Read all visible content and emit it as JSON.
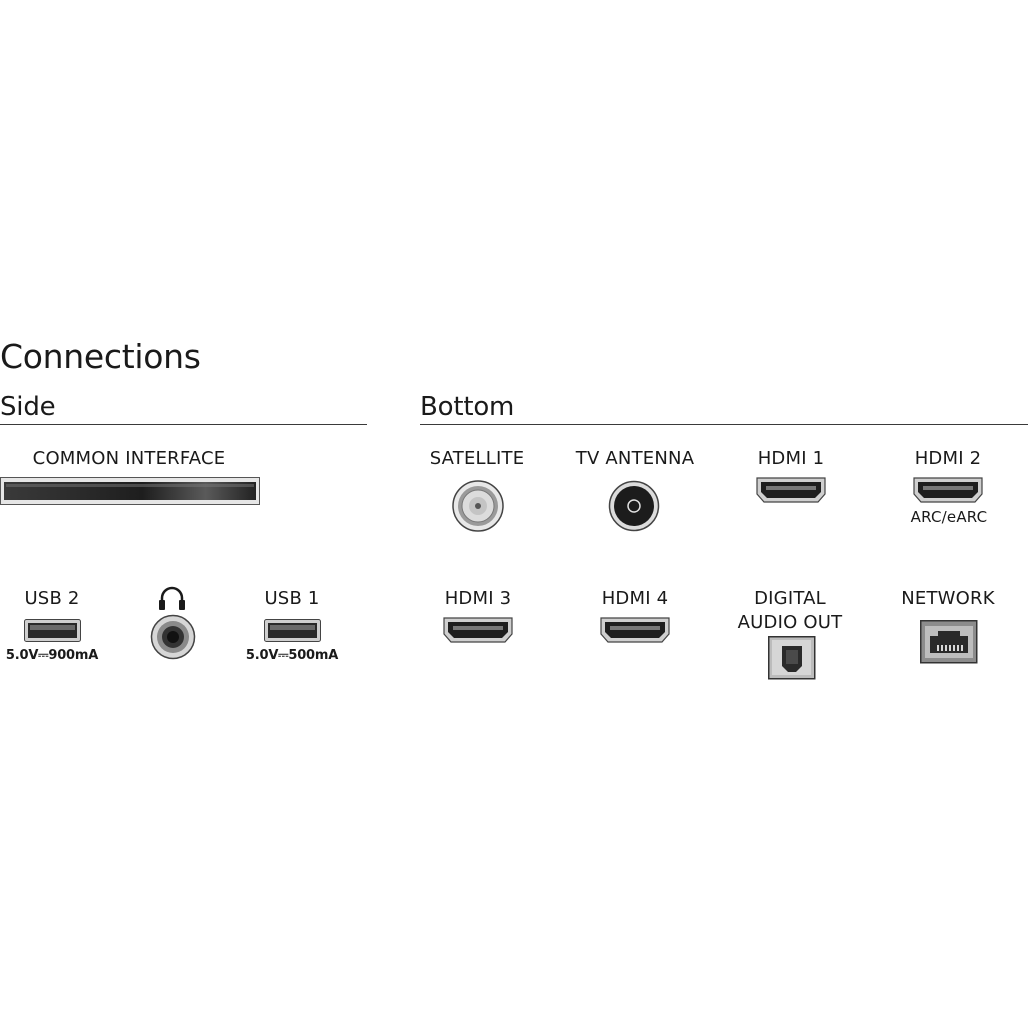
{
  "title": "Connections",
  "sections": {
    "side": {
      "title": "Side",
      "common_interface": {
        "label": "COMMON INTERFACE"
      },
      "usb2": {
        "label": "USB 2",
        "rating": "5.0V⎓900mA"
      },
      "headphone": {
        "icon": "headphones-icon"
      },
      "usb1": {
        "label": "USB 1",
        "rating": "5.0V⎓500mA"
      }
    },
    "bottom": {
      "title": "Bottom",
      "satellite": {
        "label": "SATELLITE"
      },
      "tv_antenna": {
        "label": "TV ANTENNA"
      },
      "hdmi1": {
        "label": "HDMI 1"
      },
      "hdmi2": {
        "label": "HDMI 2",
        "sublabel": "ARC/eARC"
      },
      "hdmi3": {
        "label": "HDMI 3"
      },
      "hdmi4": {
        "label": "HDMI 4"
      },
      "digital_audio": {
        "label_line1": "DIGITAL",
        "label_line2": "AUDIO OUT"
      },
      "network": {
        "label": "NETWORK"
      }
    }
  },
  "colors": {
    "port_dark": "#2b2b2b",
    "port_mid": "#8a8a8a",
    "port_light": "#d9d9d9"
  }
}
